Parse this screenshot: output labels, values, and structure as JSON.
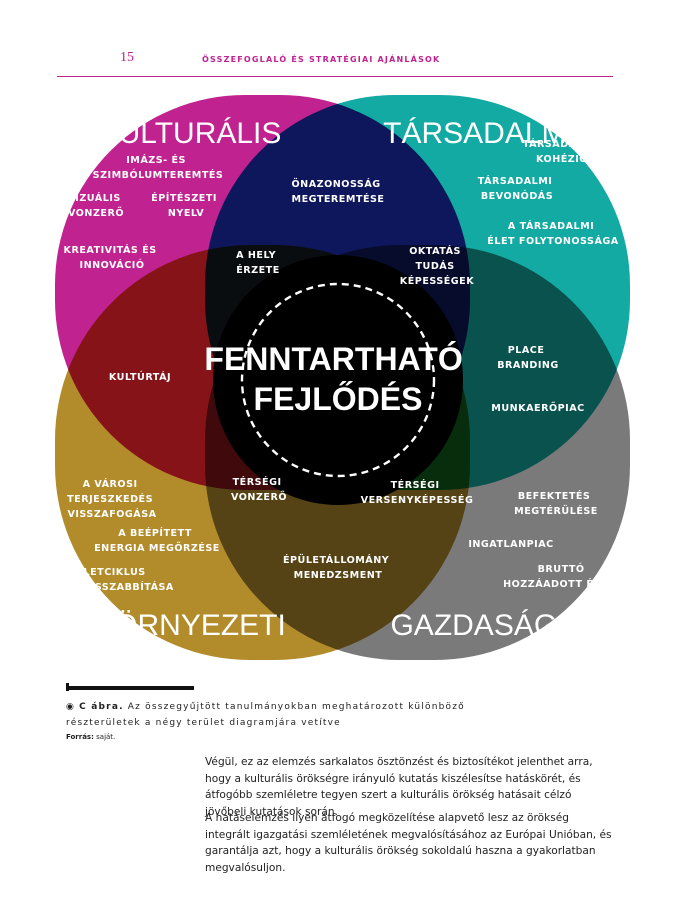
{
  "header": {
    "page_number": "15",
    "title": "Összefoglaló és stratégiai ajánlások"
  },
  "colors": {
    "accent": "#c0228f",
    "kulturalis": "#c0228f",
    "tarsadalmi": "#12aaa2",
    "kornyezeti": "#b28b2a",
    "gazdasagi": "#7a7a7a"
  },
  "diagram": {
    "center": [
      "FENNTARTHATÓ",
      "FEJLŐDÉS"
    ],
    "sets": {
      "kulturalis": "KULTURÁLIS",
      "tarsadalmi": "TÁRSADALMI",
      "kornyezeti": "KÖRNYEZETI",
      "gazdasagi": "GAZDASÁGI"
    },
    "items": {
      "imazs": [
        "IMÁZS- ÉS",
        "SZIMBÓLUMTEREMTÉS"
      ],
      "vizualis": [
        "VIZUÁLIS",
        "VONZERŐ"
      ],
      "epiteszeti": [
        "ÉPÍTÉSZETI",
        "NYELV"
      ],
      "kreativitas": [
        "KREATIVITÁS ÉS",
        "INNOVÁCIÓ"
      ],
      "onazonossag": [
        "ÖNAZONOSSÁG",
        "MEGTEREMTÉSE"
      ],
      "tarsadalmi_kohezio": [
        "TÁRSADALMI",
        "KOHÉZIÓ"
      ],
      "tarsadalmi_bevonodas": [
        "TÁRSADALMI",
        "BEVONÓDÁS"
      ],
      "folytonossag": [
        "A TÁRSADALMI",
        "ÉLET FOLYTONOSSÁGA"
      ],
      "hely_erzete": [
        "A HELY",
        "ÉRZETE"
      ],
      "oktatas": [
        "OKTATÁS",
        "TUDÁS",
        "KÉPESSÉGEK"
      ],
      "kulturtaj": [
        "KULTÚRTÁJ"
      ],
      "place_branding": [
        "PLACE",
        "BRANDING"
      ],
      "munkaeropiac": [
        "MUNKAERŐPIAC"
      ],
      "tersegi_vonzero": [
        "TÉRSÉGI",
        "VONZERŐ"
      ],
      "tersegi_versenykepesseg": [
        "TÉRSÉGI",
        "VERSENYKÉPESSÉG"
      ],
      "varosi": [
        "A VÁROSI",
        "TERJESZKEDÉS",
        "VISSZAFOGÁSA"
      ],
      "beepitett": [
        "A BEÉPÍTETT",
        "ENERGIA MEGŐRZÉSE"
      ],
      "eletciklus": [
        "ÉLETCIKLUS",
        "MEGHOSSZABBÍTÁSA"
      ],
      "epuletallomany": [
        "ÉPÜLETÁLLOMÁNY",
        "MENEDZSMENT"
      ],
      "befektetes": [
        "BEFEKTETÉS",
        "MEGTÉRÜLÉSE"
      ],
      "ingatlanpiac": [
        "INGATLANPIAC"
      ],
      "brutto": [
        "BRUTTÓ",
        "HOZZÁADOTT ÉRTÉK"
      ]
    }
  },
  "caption": {
    "figure_id": "C ábra.",
    "text": "Az összegyűjtött tanulmányokban meghatározott különböző részterületek a négy terület diagramjára vetítve",
    "source_label": "Forrás:",
    "source_value": "saját."
  },
  "body": {
    "p1": "Végül, ez az elemzés sarkalatos ösztönzést és biztosítékot jelenthet arra, hogy a kulturális örökségre irányuló kutatás kiszélesítse hatáskörét, és átfogóbb szemléletre tegyen szert a kulturális örökség hatásait célzó jövőbeli kutatások során.",
    "p2": "A hatáselemzés ilyen átfogó megközelítése alapvető lesz az örökség integrált igazgatási szemléletének megvalósításához az Európai Unióban, és garantálja azt, hogy a kulturális örökség sokoldalú haszna a gyakorlatban megvalósuljon."
  }
}
